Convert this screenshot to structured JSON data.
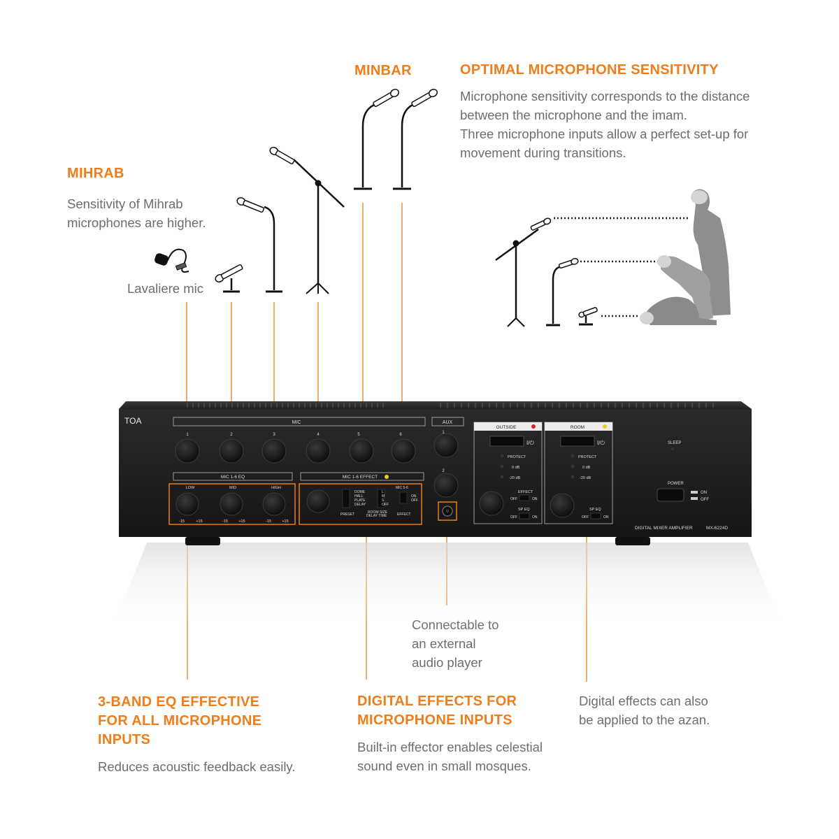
{
  "minbar": {
    "title": "MINBAR"
  },
  "sensitivity": {
    "title": "OPTIMAL MICROPHONE SENSITIVITY",
    "line1": "Microphone sensitivity corresponds to the distance",
    "line2": "between the microphone and the imam.",
    "line3": "Three microphone inputs allow a perfect set-up for",
    "line4": "movement during transitions."
  },
  "mihrab": {
    "title": "MIHRAB",
    "line1": "Sensitivity of Mihrab",
    "line2": "microphones are higher.",
    "lavaliere": "Lavaliere mic"
  },
  "aux_note": {
    "line1": "Connectable to",
    "line2": "an external",
    "line3": "audio player"
  },
  "eq": {
    "title1": "3-BAND EQ EFFECTIVE",
    "title2": "FOR ALL MICROPHONE",
    "title3": "INPUTS",
    "desc": "Reduces acoustic feedback easily."
  },
  "effects": {
    "title1": "DIGITAL EFFECTS FOR",
    "title2": "MICROPHONE INPUTS",
    "desc1": "Built-in effector enables celestial",
    "desc2": "sound even in small mosques."
  },
  "azan": {
    "line1": "Digital effects can also",
    "line2": "be applied to the azan."
  },
  "device": {
    "brand": "TOA",
    "mic_section": "MIC",
    "aux_section": "AUX",
    "outside": "OUTSIDE",
    "room": "ROOM",
    "eq_section": "MIC 1-6 EQ",
    "effect_section": "MIC 1-6 EFFECT",
    "low": "LOW",
    "mid": "MID",
    "high": "HIGH",
    "minus15": "-15",
    "plus15": "+15",
    "preset_opts": [
      "DOME",
      "HALL",
      "PLATE",
      "DELAY"
    ],
    "size_opts": [
      "L",
      "M",
      "S",
      "OFF"
    ],
    "mic56": "MIC 5-6",
    "on": "ON",
    "off": "OFF",
    "preset": "PRESET",
    "room_size": "ROOM SIZE",
    "delay_time": "DELAY TIME",
    "effect": "EFFECT",
    "protect": "PROTECT",
    "zero_db": "0 dB",
    "minus20db": "-20 dB",
    "sp_eq": "SP EQ",
    "sleep": "SLEEP",
    "power": "POWER",
    "model_name": "DIGITAL MIXER AMPLIFIER",
    "model": "MX-6224D",
    "mic_numbers": [
      "1",
      "2",
      "3",
      "4",
      "5",
      "6"
    ],
    "aux_numbers": [
      "1",
      "2"
    ],
    "power_switch": "I/⏻"
  },
  "colors": {
    "accent": "#ef7d1a",
    "text": "#6d6d6d",
    "device": "#1c1c1c"
  }
}
